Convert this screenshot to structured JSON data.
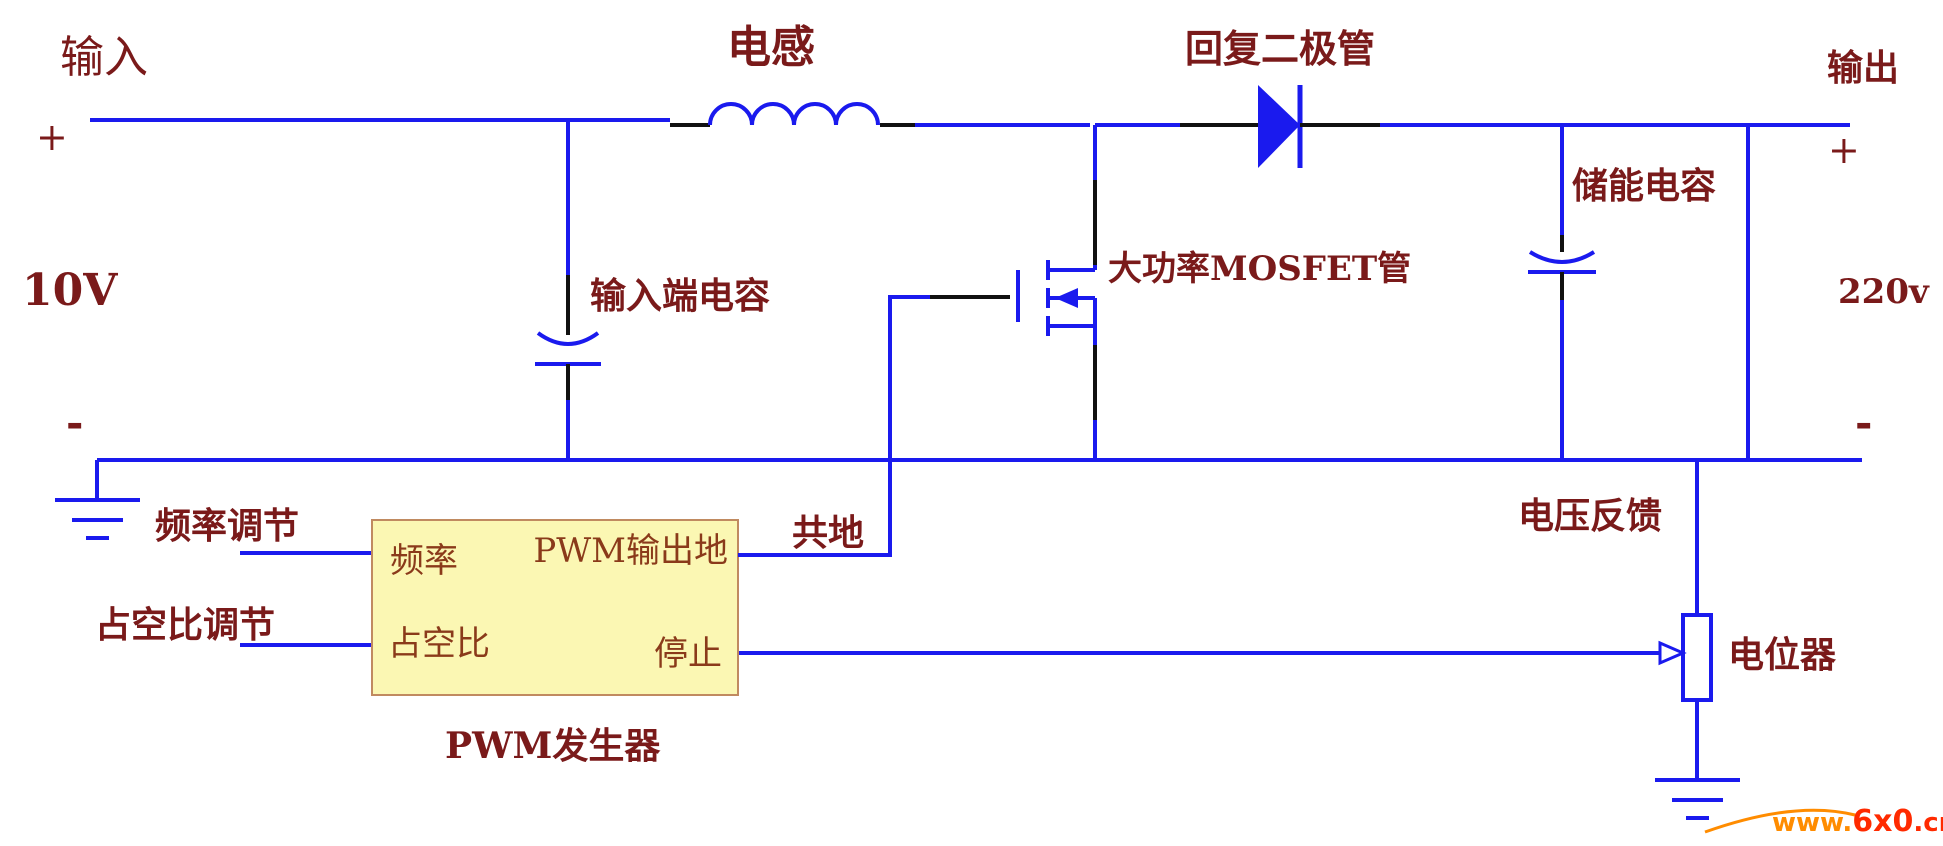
{
  "labels": {
    "input": "输入",
    "input_plus": "+",
    "input_voltage": "10V",
    "input_minus": "-",
    "inductor": "电感",
    "diode": "回复二极管",
    "output": "输出",
    "output_plus": "+",
    "output_voltage": "220v",
    "output_minus": "-",
    "input_capacitor": "输入端电容",
    "storage_capacitor": "储能电容",
    "mosfet": "大功率MOSFET管",
    "freq_adjust": "频率调节",
    "duty_adjust": "占空比调节",
    "common_ground": "共地",
    "voltage_feedback": "电压反馈",
    "potentiometer": "电位器",
    "pwm_generator": "PWM发生器"
  },
  "pwm_box": {
    "freq": "频率",
    "duty": "占空比",
    "output_ground": "PWM输出地",
    "stop": "停止"
  },
  "watermark": {
    "prefix": "www.",
    "mid": "6x0",
    "suffix": ".cn"
  },
  "colors": {
    "wire": "#1a1aee",
    "component": "#111111",
    "label": "#7a1a1a",
    "pwm_fill": "#fbf7b3",
    "pwm_border": "#c08a60",
    "watermark_red": "#ff2a00",
    "watermark_orange": "#ff8c00"
  }
}
